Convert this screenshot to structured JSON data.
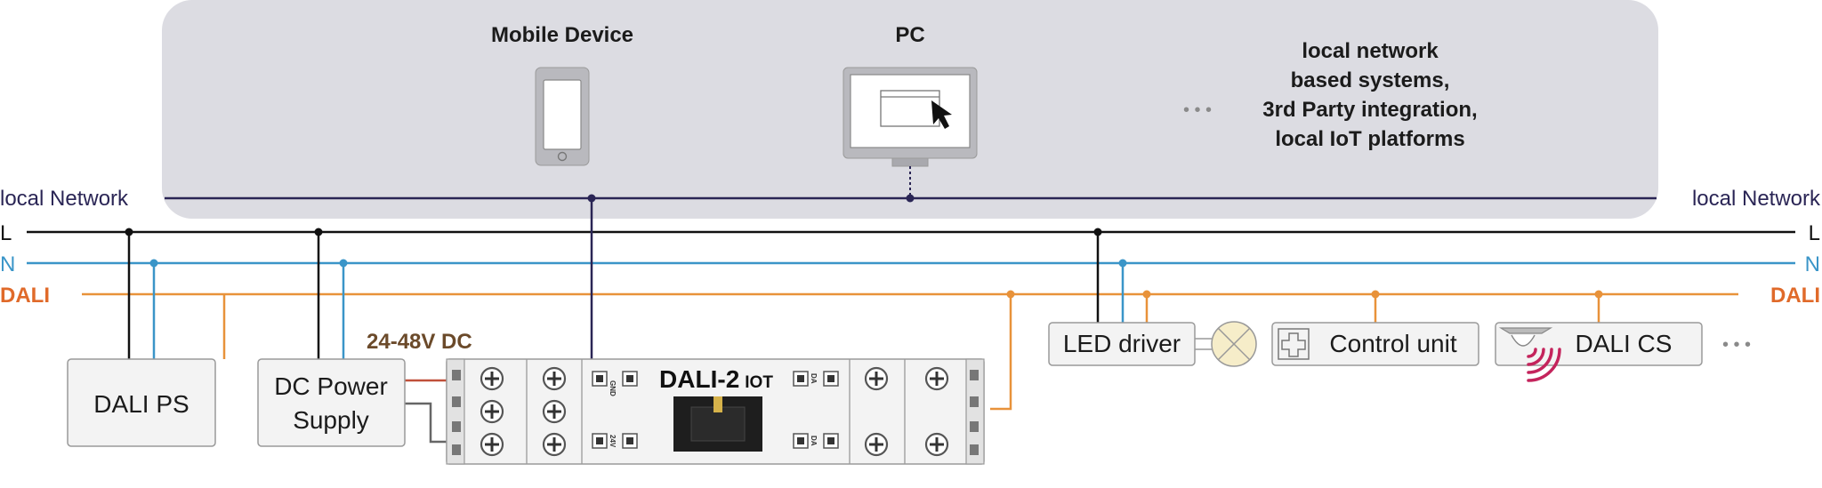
{
  "network": {
    "mobile_label": "Mobile Device",
    "pc_label": "PC",
    "systems_lines": [
      "local network",
      "based systems,",
      "3rd Party integration,",
      "local IoT platforms"
    ],
    "ellipsis": "• • •",
    "left_network_label": "local Network",
    "right_network_label": "local Network"
  },
  "buses": {
    "l_label": "L",
    "n_label": "N",
    "dali_label": "DALI",
    "colors": {
      "network": "#2a2555",
      "l": "#111111",
      "n": "#3a95c8",
      "dali": "#e8923a"
    }
  },
  "devices": {
    "dali_ps": "DALI PS",
    "dc_power_lines": [
      "DC Power",
      "Supply"
    ],
    "voltage": "24-48V DC",
    "module_brand": "DALI-2",
    "module_suffix": "IOT",
    "terminal_gnd": "GND",
    "terminal_24v": "24V",
    "terminal_da_top": "DA",
    "terminal_da_bottom": "DA",
    "led_driver": "LED driver",
    "control_unit": "Control unit",
    "dali_cs": "DALI CS",
    "trailing_ellipsis": "• • •"
  },
  "colors": {
    "panel": "#dcdce2",
    "box_fill": "#f3f3f3",
    "box_stroke": "#9a9a9a",
    "voltage_text": "#6b4a2a",
    "sensor_waves": "#c4245c"
  }
}
